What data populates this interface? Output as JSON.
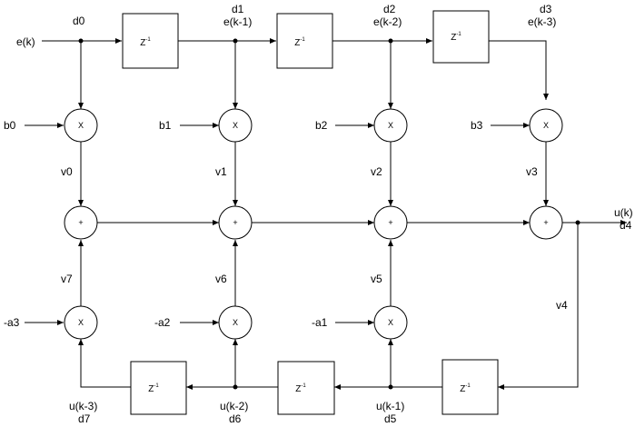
{
  "inputs": {
    "e": "e(k)",
    "b0": "b0",
    "b1": "b1",
    "b2": "b2",
    "b3": "b3",
    "a3": "-a3",
    "a2": "-a2",
    "a1": "-a1"
  },
  "nodes": {
    "d0": "d0",
    "d1": "d1",
    "e1": "e(k-1)",
    "d2": "d2",
    "e2": "e(k-2)",
    "d3": "d3",
    "e3": "e(k-3)",
    "u": "u(k)",
    "d4": "d4",
    "u1": "u(k-1)",
    "d5": "d5",
    "u2": "u(k-2)",
    "d6": "d6",
    "u3": "u(k-3)",
    "d7": "d7"
  },
  "signals": {
    "v0": "v0",
    "v1": "v1",
    "v2": "v2",
    "v3": "v3",
    "v4": "v4",
    "v5": "v5",
    "v6": "v6",
    "v7": "v7"
  },
  "ops": {
    "mul": "X",
    "add": "+"
  },
  "delay": {
    "base": "Z",
    "exp": "-1"
  }
}
